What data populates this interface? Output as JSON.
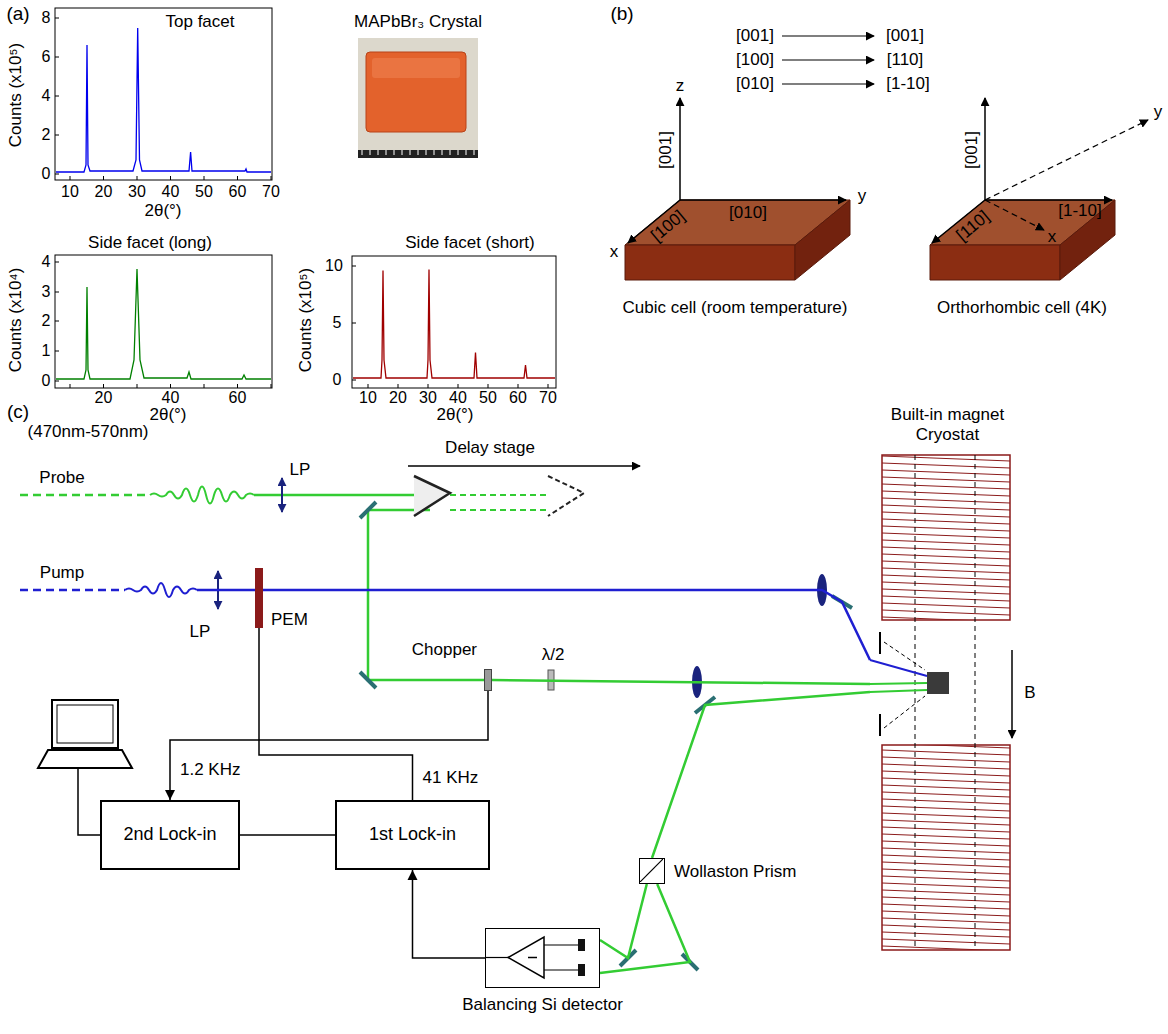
{
  "diagram": {
    "nodes": [
      {
        "text": [
          "Built-in magnet Cryostat"
        ]
      },
      {
        "text": [
          "PEM"
        ]
      },
      {
        "text": [
          "Chopper"
        ]
      },
      {
        "text": [
          "2nd Lock-in"
        ]
      },
      {
        "text": [
          "1st Lock-in"
        ]
      },
      {
        "text": [
          "Wollaston Prism"
        ]
      },
      {
        "text": [
          "Balancing Si detector"
        ]
      }
    ],
    "edges": [
      {
        "from": 2,
        "to": 3,
        "label": "1.2 KHz",
        "arrow": "to"
      },
      {
        "from": 1,
        "to": 4,
        "label": "41 KHz",
        "arrow": "none"
      },
      {
        "from": 4,
        "to": 3,
        "arrow": "none"
      },
      {
        "from": 6,
        "to": 4,
        "arrow": "to"
      },
      {
        "from": 0,
        "to": 5,
        "arrow": "none"
      },
      {
        "from": 5,
        "to": 6,
        "arrow": "none"
      },
      {
        "from": 5,
        "to": 6,
        "arrow": "none"
      },
      {
        "from": 1,
        "to": 0,
        "arrow": "none"
      },
      {
        "from": 2,
        "to": 0,
        "arrow": "none"
      }
    ],
    "labels": [
      "(a)",
      "Top facet",
      "Counts (x10⁵)",
      "8",
      "6",
      "4",
      "2",
      "0",
      "10",
      "20",
      "30",
      "40",
      "50",
      "60",
      "70",
      "2θ(°)",
      "MAPbBr₃ Crystal",
      "Side facet (long)",
      "Counts (x10⁴)",
      "4",
      "3",
      "2",
      "1",
      "0",
      "20",
      "40",
      "60",
      "2θ(°)",
      "Side facet (short)",
      "Counts (x10⁵)",
      "10",
      "5",
      "0",
      "10",
      "20",
      "30",
      "40",
      "50",
      "60",
      "70",
      "2θ(°)",
      "(b)",
      "[001]",
      "[100]",
      "[010]",
      "[001]",
      "[110]",
      "[1-10]",
      "z",
      "[001]",
      "y",
      "[010]",
      "x",
      "[100]",
      "Cubic cell (room temperature)",
      "[001]",
      "y",
      "[1-10]",
      "[110]",
      "x",
      "Orthorhombic cell (4K)",
      "(c)",
      "(470nm-570nm)",
      "Probe",
      "LP",
      "Delay stage",
      "Pump",
      "LP",
      "λ/2",
      "B"
    ]
  }
}
